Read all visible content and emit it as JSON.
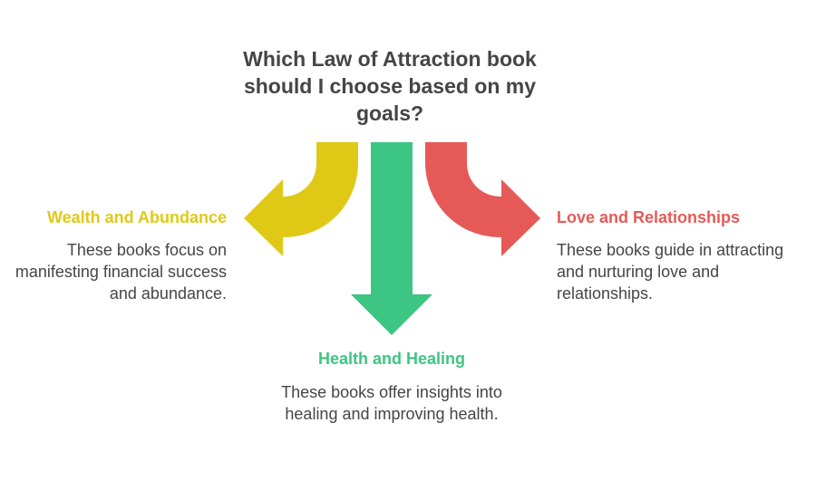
{
  "title": "Which Law of Attraction book should I choose based on my goals?",
  "colors": {
    "wealth": "#DFC916",
    "health": "#3DC583",
    "love": "#E55A57",
    "text": "#454545"
  },
  "options": {
    "wealth": {
      "title": "Wealth and Abundance",
      "description": "These books focus on manifesting financial success and abundance."
    },
    "health": {
      "title": "Health and Healing",
      "description": "These books offer insights into healing and improving health."
    },
    "love": {
      "title": "Love and Relationships",
      "description": "These books guide in attracting and nurturing love and relationships."
    }
  }
}
